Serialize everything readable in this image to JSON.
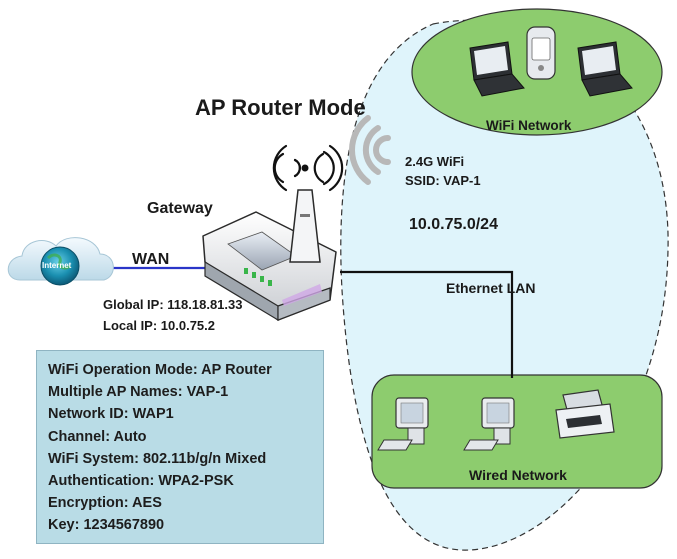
{
  "diagram": {
    "title": "AP Router Mode",
    "gateway_label": "Gateway",
    "wan_label": "WAN",
    "internet_label": "Internet",
    "global_ip": "Global IP: 118.18.81.33",
    "local_ip": "Local IP: 10.0.75.2",
    "wifi_band": "2.4G WiFi",
    "ssid": "SSID: VAP-1",
    "subnet": "10.0.75.0/24",
    "ethernet_lan": "Ethernet LAN",
    "wifi_network": "WiFi Network",
    "wired_network": "Wired Network"
  },
  "info": [
    "WiFi Operation Mode: AP Router",
    "Multiple AP Names: VAP-1",
    "Network ID: WAP1",
    "Channel: Auto",
    "WiFi System: 802.11b/g/n Mixed",
    "Authentication: WPA2-PSK",
    "Encryption: AES",
    "Key: 1234567890"
  ],
  "colors": {
    "cloud": "#d7ebf4",
    "network_green": "#8dcc6e",
    "info_box": "#b9dce6",
    "wan_line": "#2a35c8"
  }
}
